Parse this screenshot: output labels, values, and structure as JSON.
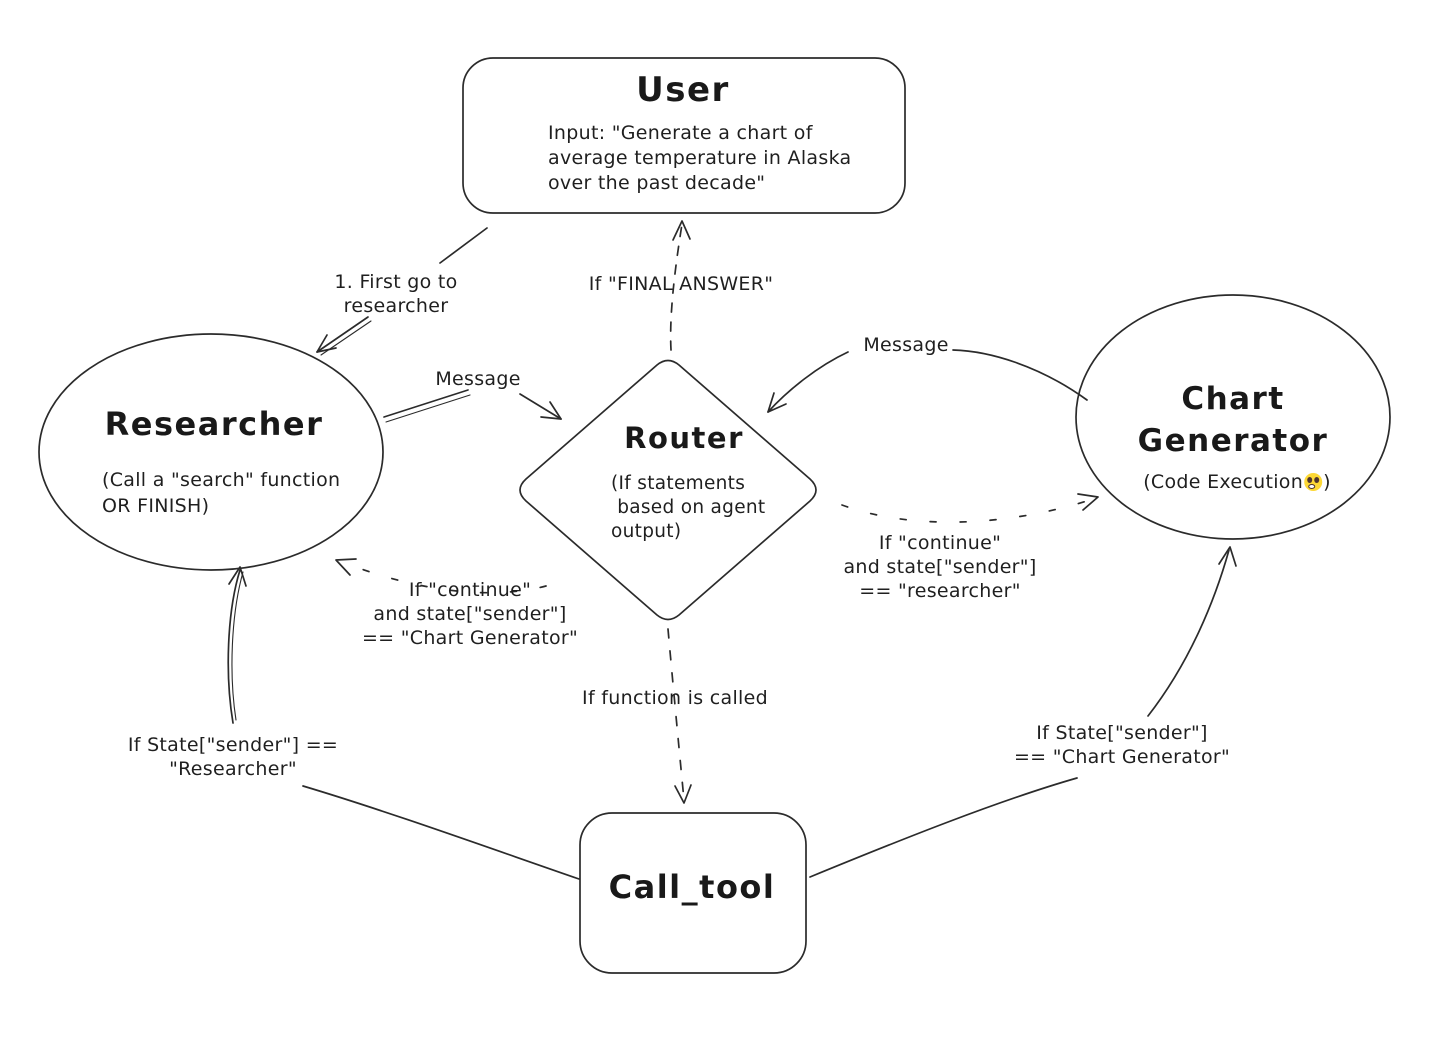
{
  "colors": {
    "ink": "#2b2b2b",
    "background": "#ffffff"
  },
  "nodes": {
    "user": {
      "title": "User",
      "body": "Input: \"Generate a chart of\naverage temperature in Alaska\nover the past decade\""
    },
    "researcher": {
      "title": "Researcher",
      "body": "(Call a \"search\" function\nOR FINISH)"
    },
    "router": {
      "title": "Router",
      "body": "(If statements\n based on agent\noutput)"
    },
    "chart_generator": {
      "title": "Chart\nGenerator",
      "subtitle_prefix": "(Code Execution",
      "subtitle_suffix": ")",
      "emoji": "flushed-face"
    },
    "call_tool": {
      "title": "Call_tool"
    }
  },
  "edges": {
    "user_to_researcher": "1. First go to\nresearcher",
    "router_to_user": "If \"FINAL ANSWER\"",
    "researcher_to_router": "Message",
    "chartgen_to_router": "Message",
    "router_to_researcher": "If \"continue\"\nand state[\"sender\"]\n== \"Chart Generator\"",
    "router_to_chartgen": "If \"continue\"\nand state[\"sender\"]\n== \"researcher\"",
    "router_to_calltool": "If function is called",
    "calltool_to_researcher": "If State[\"sender\"] ==\n\"Researcher\"",
    "calltool_to_chartgen": "If State[\"sender\"]\n== \"Chart Generator\""
  }
}
